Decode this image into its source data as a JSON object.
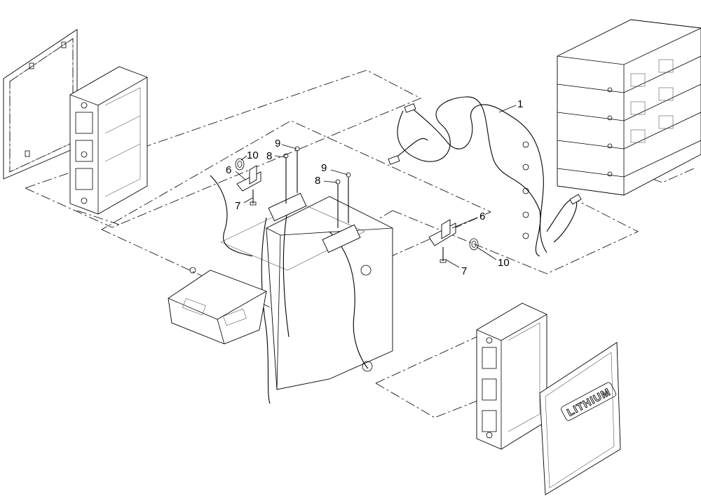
{
  "callouts": [
    {
      "id": "callout-1-cable",
      "label": "1"
    },
    {
      "id": "callout-10-upper",
      "label": "10"
    },
    {
      "id": "callout-9-upper",
      "label": "9"
    },
    {
      "id": "callout-8-upper",
      "label": "8"
    },
    {
      "id": "callout-6-upper",
      "label": "6"
    },
    {
      "id": "callout-7-upper",
      "label": "7"
    },
    {
      "id": "callout-9-center",
      "label": "9"
    },
    {
      "id": "callout-8-center",
      "label": "8"
    },
    {
      "id": "callout-6-right",
      "label": "6"
    },
    {
      "id": "callout-10-right",
      "label": "10"
    },
    {
      "id": "callout-7-right",
      "label": "7"
    }
  ],
  "logo_text": "LITHIUM",
  "colors": {
    "line": "#000000",
    "background": "#ffffff"
  }
}
